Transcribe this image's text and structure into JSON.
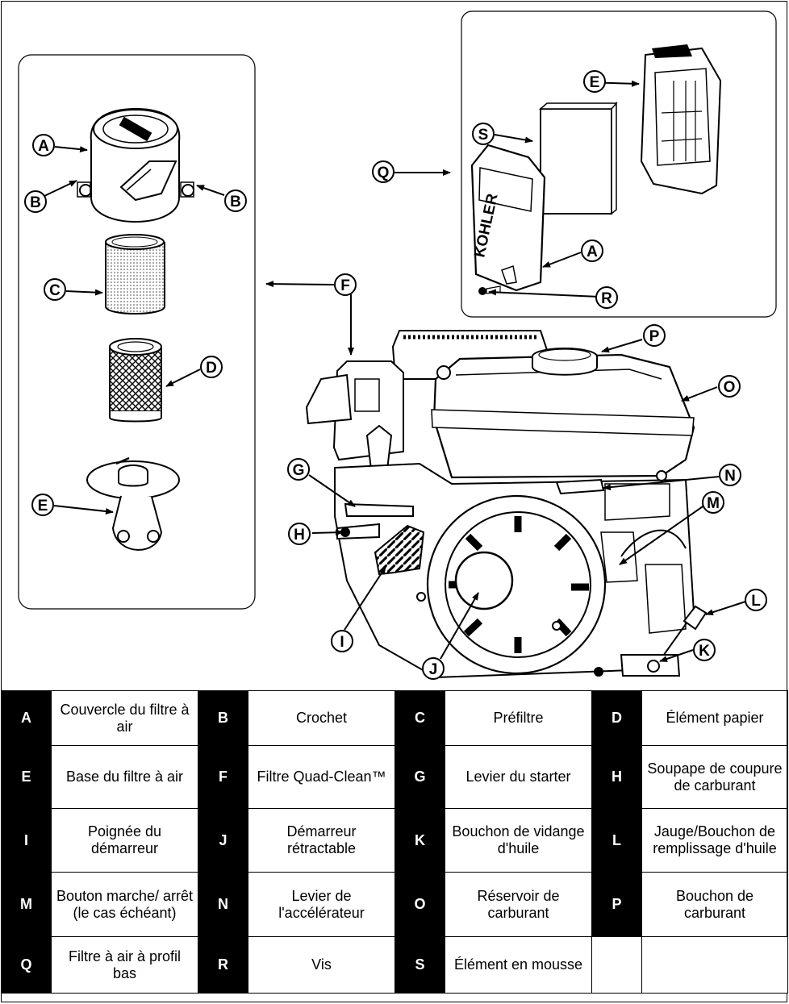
{
  "callouts": {
    "A": "A",
    "B": "B",
    "C": "C",
    "D": "D",
    "E": "E",
    "F": "F",
    "G": "G",
    "H": "H",
    "I": "I",
    "J": "J",
    "K": "K",
    "L": "L",
    "M": "M",
    "N": "N",
    "O": "O",
    "P": "P",
    "Q": "Q",
    "R": "R",
    "S": "S"
  },
  "brand_text": "KOHLER",
  "legend": [
    [
      {
        "key": "A",
        "label": "Couvercle du filtre à air"
      },
      {
        "key": "B",
        "label": "Crochet"
      },
      {
        "key": "C",
        "label": "Préfiltre"
      },
      {
        "key": "D",
        "label": "Élément papier"
      }
    ],
    [
      {
        "key": "E",
        "label": "Base du filtre à air"
      },
      {
        "key": "F",
        "label": "Filtre Quad-Clean™"
      },
      {
        "key": "G",
        "label": "Levier du starter"
      },
      {
        "key": "H",
        "label": "Soupape de coupure de carburant"
      }
    ],
    [
      {
        "key": "I",
        "label": "Poignée du démarreur"
      },
      {
        "key": "J",
        "label": "Démarreur rétractable"
      },
      {
        "key": "K",
        "label": "Bouchon de vidange d'huile"
      },
      {
        "key": "L",
        "label": "Jauge/Bouchon de remplissage d'huile"
      }
    ],
    [
      {
        "key": "M",
        "label": "Bouton marche/ arrêt (le cas échéant)"
      },
      {
        "key": "N",
        "label": "Levier de l'accélérateur"
      },
      {
        "key": "O",
        "label": "Réservoir de carburant"
      },
      {
        "key": "P",
        "label": "Bouchon de carburant"
      }
    ],
    [
      {
        "key": "Q",
        "label": "Filtre à air à profil bas"
      },
      {
        "key": "R",
        "label": "Vis"
      },
      {
        "key": "S",
        "label": "Élément en mousse"
      }
    ]
  ]
}
